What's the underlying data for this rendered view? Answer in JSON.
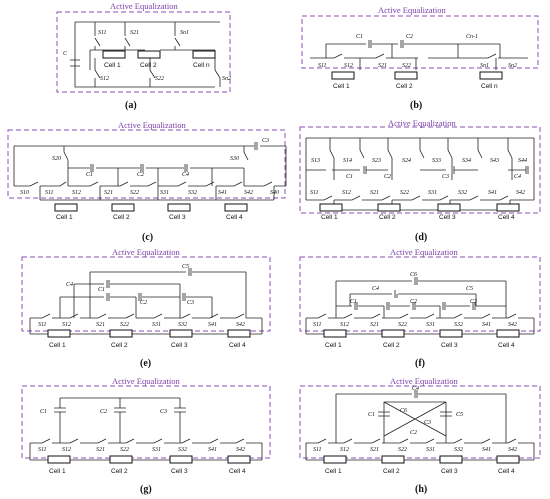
{
  "panels": [
    {
      "tag": "(a)",
      "box_label": "Active Equalization",
      "cells": [
        "Cell 1",
        "Cell 2",
        "Cell n"
      ],
      "labels": [
        "S11",
        "S21",
        "Sn1",
        "S12",
        "S22",
        "Sn2",
        "C"
      ]
    },
    {
      "tag": "(b)",
      "box_label": "Active Equalization",
      "cells": [
        "Cell 1",
        "Cell 2",
        "Cell n"
      ],
      "labels": [
        "S11",
        "S12",
        "S21",
        "S22",
        "Sn1",
        "Sn2",
        "C1",
        "C2",
        "Cn-1"
      ]
    },
    {
      "tag": "(c)",
      "box_label": "Active Equalization",
      "cells": [
        "Cell 1",
        "Cell 2",
        "Cell 3",
        "Cell 4"
      ],
      "labels": [
        "S10",
        "S11",
        "S12",
        "S20",
        "S21",
        "S22",
        "S30",
        "S31",
        "S32",
        "S40",
        "S41",
        "S42",
        "C1",
        "C2",
        "C3",
        "C4"
      ]
    },
    {
      "tag": "(d)",
      "box_label": "Active Equalization",
      "cells": [
        "Cell 1",
        "Cell 2",
        "Cell 3",
        "Cell 4"
      ],
      "labels": [
        "S13",
        "S14",
        "S11",
        "S12",
        "S23",
        "S24",
        "S21",
        "S22",
        "S33",
        "S34",
        "S31",
        "S32",
        "S43",
        "S44",
        "S41",
        "S42",
        "C1",
        "C2",
        "C3",
        "C4"
      ]
    },
    {
      "tag": "(e)",
      "box_label": "Active Equalization",
      "cells": [
        "Cell 1",
        "Cell 2",
        "Cell 3",
        "Cell 4"
      ],
      "labels": [
        "S11",
        "S12",
        "S21",
        "S22",
        "S31",
        "S32",
        "S41",
        "S42",
        "C1",
        "C2",
        "C3",
        "C4",
        "C5"
      ]
    },
    {
      "tag": "(f)",
      "box_label": "Active Equalization",
      "cells": [
        "Cell 1",
        "Cell 2",
        "Cell 3",
        "Cell 4"
      ],
      "labels": [
        "S11",
        "S12",
        "S21",
        "S22",
        "S31",
        "S32",
        "S41",
        "S42",
        "C1",
        "C2",
        "C3",
        "C4",
        "C5",
        "C6"
      ]
    },
    {
      "tag": "(g)",
      "box_label": "Active Equalization",
      "cells": [
        "Cell 1",
        "Cell 2",
        "Cell 3",
        "Cell 4"
      ],
      "labels": [
        "S11",
        "S12",
        "S21",
        "S22",
        "S31",
        "S32",
        "S41",
        "S42",
        "C1",
        "C2",
        "C3"
      ]
    },
    {
      "tag": "(h)",
      "box_label": "Active Equalization",
      "cells": [
        "Cell 1",
        "Cell 2",
        "Cell 3",
        "Cell 4"
      ],
      "labels": [
        "S11",
        "S12",
        "S21",
        "S22",
        "S31",
        "S32",
        "S41",
        "S42",
        "C1",
        "C2",
        "C3",
        "C4",
        "C5",
        "C6"
      ]
    }
  ]
}
